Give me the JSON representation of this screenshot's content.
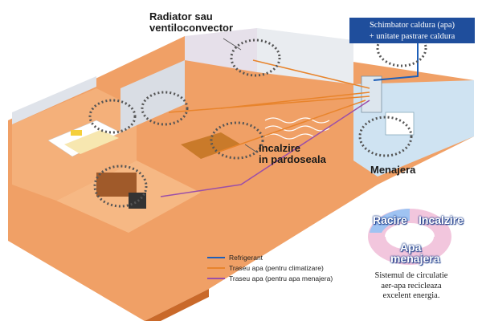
{
  "labels": {
    "radiator_line1": "Radiator sau",
    "radiator_line2": "ventiloconvector",
    "schimbator_line1": "Schimbator caldura (apa)",
    "schimbator_line2": "+ unitate pastrare caldura",
    "incalzire_line1": "Incalzire",
    "incalzire_line2": "in pardoseala",
    "menajera": "Menajera"
  },
  "legend": [
    {
      "label": "Refrigerant",
      "color": "#1e5fb8"
    },
    {
      "label": "Traseu apa (pentru climatizare)",
      "color": "#e8842c"
    },
    {
      "label": "Traseu apa (pentru apa menajera)",
      "color": "#9b4fa8"
    }
  ],
  "cycle": {
    "racire": "Racire",
    "incalzire": "Incalzire",
    "apa_line1": "Apa",
    "apa_line2": "menajera",
    "caption_line1": "Sistemul de circulatie",
    "caption_line2": "aer-apa recicleaza",
    "caption_line3": "excelent energia."
  }
}
